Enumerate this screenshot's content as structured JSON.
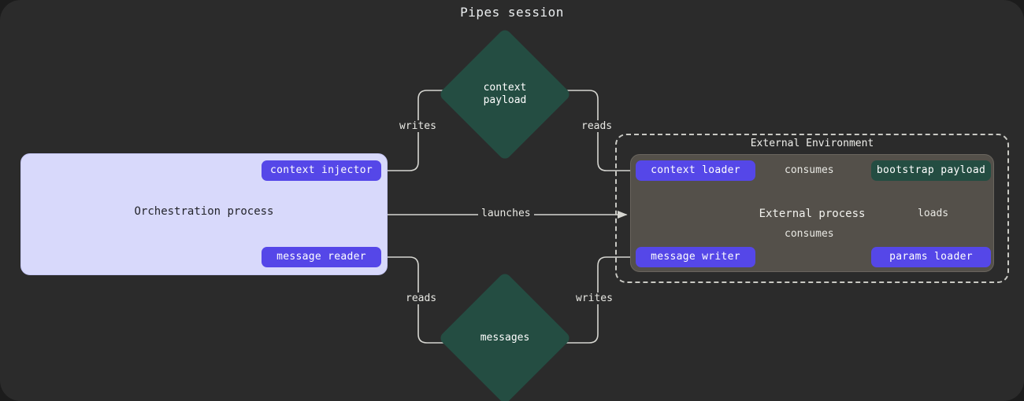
{
  "title": "Pipes session",
  "colors": {
    "canvas": "#2b2b2b",
    "orchestration_fill": "#d8d9fb",
    "pill": "#5547e8",
    "store_green": "#244d42",
    "external_process_fill": "#54504a",
    "edge": "#d6d6d1",
    "text_light": "#ffffff",
    "text_dark": "#23242b"
  },
  "orchestration": {
    "label": "Orchestration process",
    "nodes": [
      {
        "id": "context-injector",
        "label": "context injector",
        "kind": "pill"
      },
      {
        "id": "message-reader",
        "label": "message reader",
        "kind": "pill"
      }
    ]
  },
  "external_environment": {
    "label": "External Environment",
    "process_label": "External process",
    "nodes": [
      {
        "id": "context-loader",
        "label": "context loader",
        "kind": "pill"
      },
      {
        "id": "message-writer",
        "label": "message writer",
        "kind": "pill"
      },
      {
        "id": "params-loader",
        "label": "params loader",
        "kind": "pill"
      },
      {
        "id": "bootstrap-payload",
        "label": "bootstrap payload",
        "kind": "store"
      }
    ]
  },
  "stores": [
    {
      "id": "context-payload",
      "line1": "context",
      "line2": "payload",
      "kind": "diamond"
    },
    {
      "id": "messages",
      "line1": "messages",
      "line2": "",
      "kind": "diamond"
    }
  ],
  "edges": [
    {
      "id": "writes-top",
      "label": "writes",
      "from": "context-injector",
      "to": "context-payload"
    },
    {
      "id": "reads-top",
      "label": "reads",
      "from": "context-loader",
      "to": "context-payload"
    },
    {
      "id": "launches",
      "label": "launches",
      "from": "orchestration",
      "to": "external-process"
    },
    {
      "id": "reads-bottom",
      "label": "reads",
      "from": "message-reader",
      "to": "messages"
    },
    {
      "id": "writes-bottom",
      "label": "writes",
      "from": "message-writer",
      "to": "messages"
    },
    {
      "id": "consumes-1",
      "label": "consumes",
      "from": "context-loader",
      "to": "bootstrap-payload"
    },
    {
      "id": "consumes-2",
      "label": "consumes",
      "from": "message-writer",
      "to": "bootstrap-payload"
    },
    {
      "id": "loads",
      "label": "loads",
      "from": "params-loader",
      "to": "bootstrap-payload"
    }
  ]
}
